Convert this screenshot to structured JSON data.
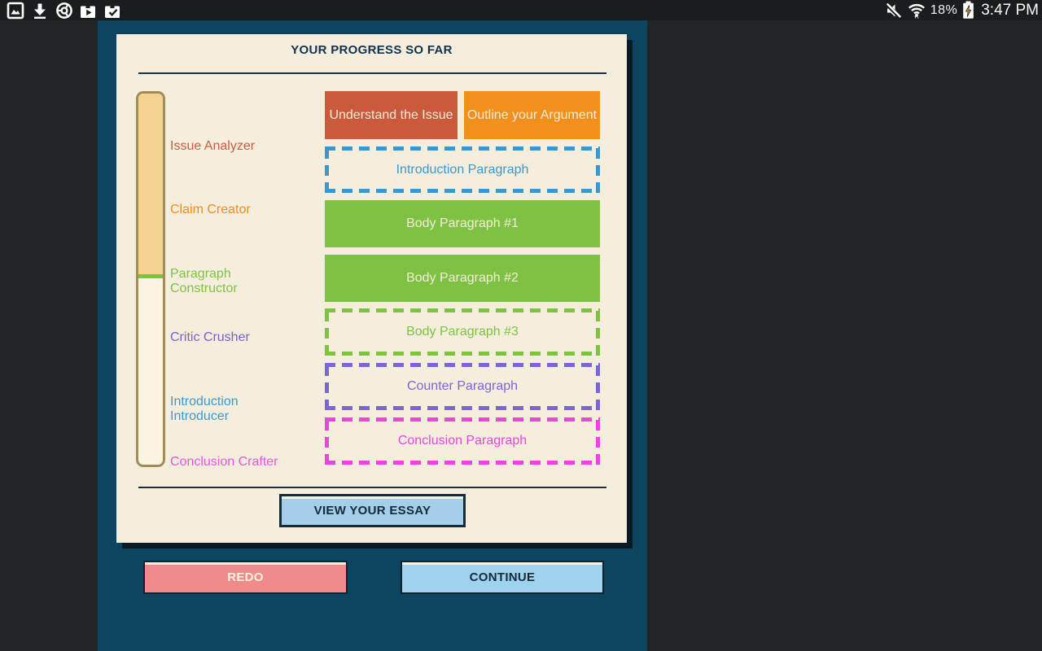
{
  "status_bar": {
    "time": "3:47 PM",
    "battery_percent": "18%",
    "left_icons": [
      "gallery-icon",
      "download-icon",
      "chrome-icon",
      "play-store-icon",
      "bag-check-icon"
    ],
    "right_icons": [
      "mute-icon",
      "wifi-icon",
      "battery-charging-icon"
    ]
  },
  "progress_card": {
    "title": "YOUR PROGRESS SO FAR",
    "steps": [
      {
        "label": "Issue Analyzer",
        "color": "#cd5a41"
      },
      {
        "label": "Claim Creator",
        "color": "#f28c1e"
      },
      {
        "label": "Paragraph Constructor",
        "color": "#7dc242"
      },
      {
        "label": "Critic Crusher",
        "color": "#7a60d1"
      },
      {
        "label": "Introduction Introducer",
        "color": "#3e97cc"
      },
      {
        "label": "Conclusion Crafter",
        "color": "#ee54de"
      }
    ],
    "boxes": [
      {
        "label": "Understand the Issue",
        "completed": true,
        "color": "#cb5a3c"
      },
      {
        "label": "Outline your Argument",
        "completed": true,
        "color": "#f28f1d"
      },
      {
        "label": "Introduction Paragraph",
        "completed": false,
        "color": "#3e97cc"
      },
      {
        "label": "Body Paragraph #1",
        "completed": true,
        "color": "#7dc242"
      },
      {
        "label": "Body Paragraph #2",
        "completed": true,
        "color": "#7dc242"
      },
      {
        "label": "Body Paragraph #3",
        "completed": false,
        "color": "#7cc342"
      },
      {
        "label": "Counter Paragraph",
        "completed": false,
        "color": "#7a66d4"
      },
      {
        "label": "Conclusion Paragraph",
        "completed": false,
        "color": "#ee44df"
      }
    ],
    "view_essay_label": "VIEW YOUR ESSAY"
  },
  "footer": {
    "redo_label": "REDO",
    "continue_label": "CONTINUE"
  },
  "colors": {
    "outer_background": "#212527",
    "status_bar_background": "#1a1d1e",
    "stage_background": "#0d4560",
    "card_background": "#f6eedd",
    "ink": "#143247",
    "progress_bar_fill": "#f4d28f",
    "progress_bar_border": "#a18d57",
    "progress_bar_mark": "#7cc342",
    "view_essay_button": "#a5cee9",
    "redo_button": "#f08b8b",
    "continue_button": "#9fd2ef"
  }
}
